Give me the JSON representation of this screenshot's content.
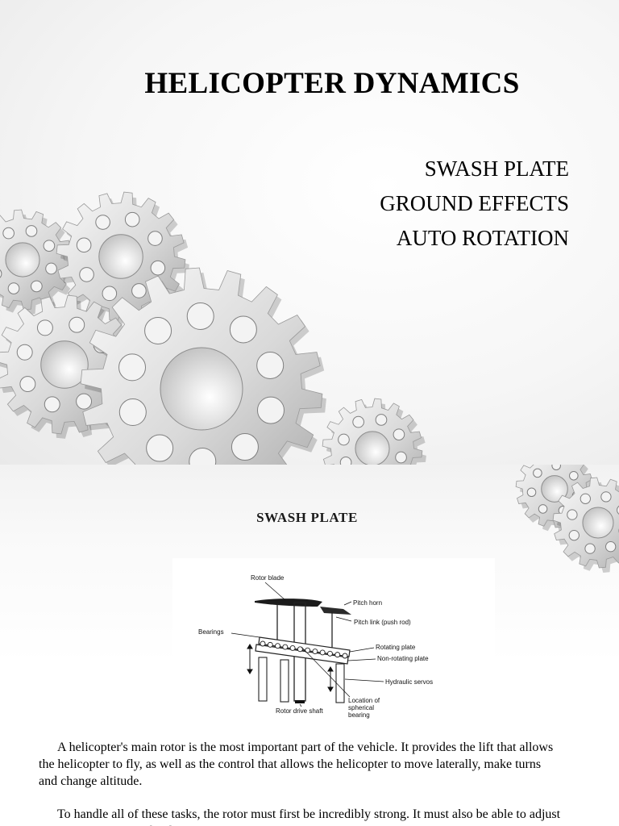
{
  "slide1": {
    "title": "HELICOPTER DYNAMICS",
    "topics": [
      "SWASH PLATE",
      "GROUND EFFECTS",
      "AUTO ROTATION"
    ]
  },
  "slide2": {
    "title": "SWASH PLATE",
    "diagram_labels": {
      "rotor_blade": "Rotor blade",
      "pitch_horn": "Pitch horn",
      "pitch_link": "Pitch link (push rod)",
      "bearings": "Bearings",
      "rotating_plate": "Rotating plate",
      "non_rotating_plate": "Non-rotating plate",
      "hydraulic_servos": "Hydraulic servos",
      "location_line1": "Location of",
      "location_line2": "spherical",
      "location_line3": "bearing",
      "rotor_drive_shaft": "Rotor drive shaft"
    },
    "paragraphs": [
      "A helicopter's main rotor is the most important part of the vehicle. It provides the lift that allows the helicopter to fly, as well as the control that allows the helicopter to move laterally, make turns and change altitude.",
      "To handle all of these tasks, the rotor must first be incredibly strong. It must also be able to adjust the angle of the rotor blades with each revolution it makes. The pilot communicates these"
    ]
  }
}
